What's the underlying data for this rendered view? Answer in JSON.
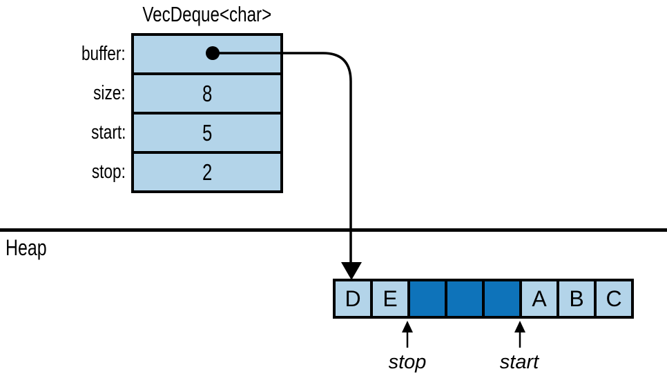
{
  "stack": {
    "title": "VecDeque<char>",
    "fields": [
      {
        "label": "buffer:",
        "value": "",
        "pointer": "heap-array"
      },
      {
        "label": "size:",
        "value": "8"
      },
      {
        "label": "start:",
        "value": "5"
      },
      {
        "label": "stop:",
        "value": "2"
      }
    ]
  },
  "heap": {
    "section_label": "Heap",
    "array": {
      "cells": [
        {
          "value": "D",
          "filled": false
        },
        {
          "value": "E",
          "filled": false
        },
        {
          "value": "",
          "filled": true
        },
        {
          "value": "",
          "filled": true
        },
        {
          "value": "",
          "filled": true
        },
        {
          "value": "A",
          "filled": false
        },
        {
          "value": "B",
          "filled": false
        },
        {
          "value": "C",
          "filled": false
        }
      ],
      "stop_label": "stop",
      "start_label": "start",
      "stop_index": 2,
      "start_index": 5
    }
  },
  "colors": {
    "cell_light": "#b3d4e9",
    "cell_filled": "#0e73ba",
    "line": "#000000"
  }
}
